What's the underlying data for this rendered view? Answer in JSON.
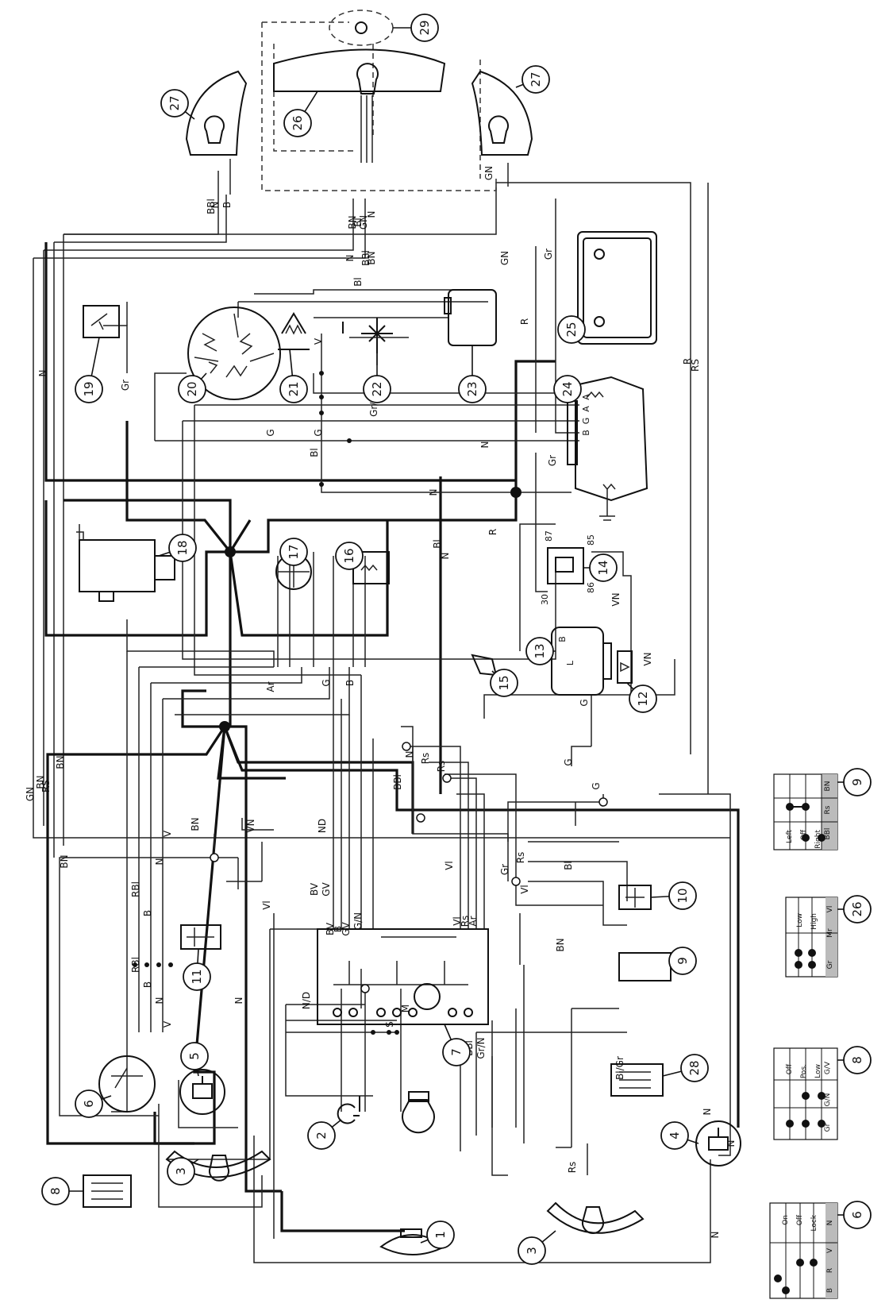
{
  "components": [
    {
      "num": "1"
    },
    {
      "num": "2"
    },
    {
      "num": "3"
    },
    {
      "num": "3"
    },
    {
      "num": "4"
    },
    {
      "num": "5"
    },
    {
      "num": "6"
    },
    {
      "num": "7"
    },
    {
      "num": "8"
    },
    {
      "num": "9"
    },
    {
      "num": "10"
    },
    {
      "num": "11"
    },
    {
      "num": "12"
    },
    {
      "num": "13"
    },
    {
      "num": "14"
    },
    {
      "num": "15"
    },
    {
      "num": "16"
    },
    {
      "num": "17"
    },
    {
      "num": "18"
    },
    {
      "num": "19"
    },
    {
      "num": "20"
    },
    {
      "num": "21"
    },
    {
      "num": "22"
    },
    {
      "num": "23"
    },
    {
      "num": "24"
    },
    {
      "num": "25"
    },
    {
      "num": "26"
    },
    {
      "num": "27"
    },
    {
      "num": "27"
    },
    {
      "num": "28"
    },
    {
      "num": "29"
    }
  ],
  "wire_labels": [
    "BN",
    "GN",
    "N",
    "N",
    "BBl",
    "BN",
    "GN",
    "N",
    "Gr",
    "Bl",
    "V",
    "Gr/Bl",
    "G",
    "G",
    "Bl",
    "R",
    "N",
    "Bl",
    "N",
    "N",
    "R",
    "R",
    "RS",
    "Gr",
    "VN",
    "VN",
    "G",
    "G",
    "Rs",
    "BBl",
    "ND",
    "BN",
    "VN",
    "BN",
    "RBl",
    "B",
    "N",
    "V",
    "RBl",
    "B",
    "N",
    "V",
    "Vl",
    "Vl",
    "Vl",
    "N",
    "N",
    "BV",
    "B",
    "GV",
    "G/N",
    "Vl",
    "Rs",
    "Ar",
    "Gr",
    "BV",
    "GV",
    "B",
    "G",
    "Ar",
    "N/D",
    "S",
    "M",
    "Mr",
    "BBl",
    "Gr/N",
    "Rs",
    "Bl/Gr",
    "Rs",
    "Bl",
    "BN",
    "G",
    "Rs",
    "N",
    "Bl",
    "B",
    "N",
    "BBl",
    "BN",
    "GN",
    "N",
    "RS",
    "BN",
    "GN",
    "N",
    "Gr"
  ],
  "terminal_labels": [
    "B",
    "L",
    "85",
    "86",
    "87",
    "30",
    "B",
    "G",
    "A",
    "A"
  ],
  "switch_tables": [
    {
      "num": "9",
      "header": [
        "BBl",
        "Rs",
        "BN"
      ],
      "rows": [
        "Left",
        "Off",
        "Right"
      ]
    },
    {
      "num": "26",
      "header": [
        "Vl",
        "Mr",
        "Gr"
      ],
      "rows": [
        "Low",
        "High"
      ]
    },
    {
      "num": "8",
      "header": [
        "Gr",
        "G/N",
        "G/V"
      ],
      "rows": [
        "Off",
        "Pos.",
        "Low"
      ]
    },
    {
      "num": "6",
      "header": [
        "N",
        "V",
        "R",
        "B"
      ],
      "rows": [
        "On",
        "Off",
        "Lock"
      ]
    }
  ]
}
